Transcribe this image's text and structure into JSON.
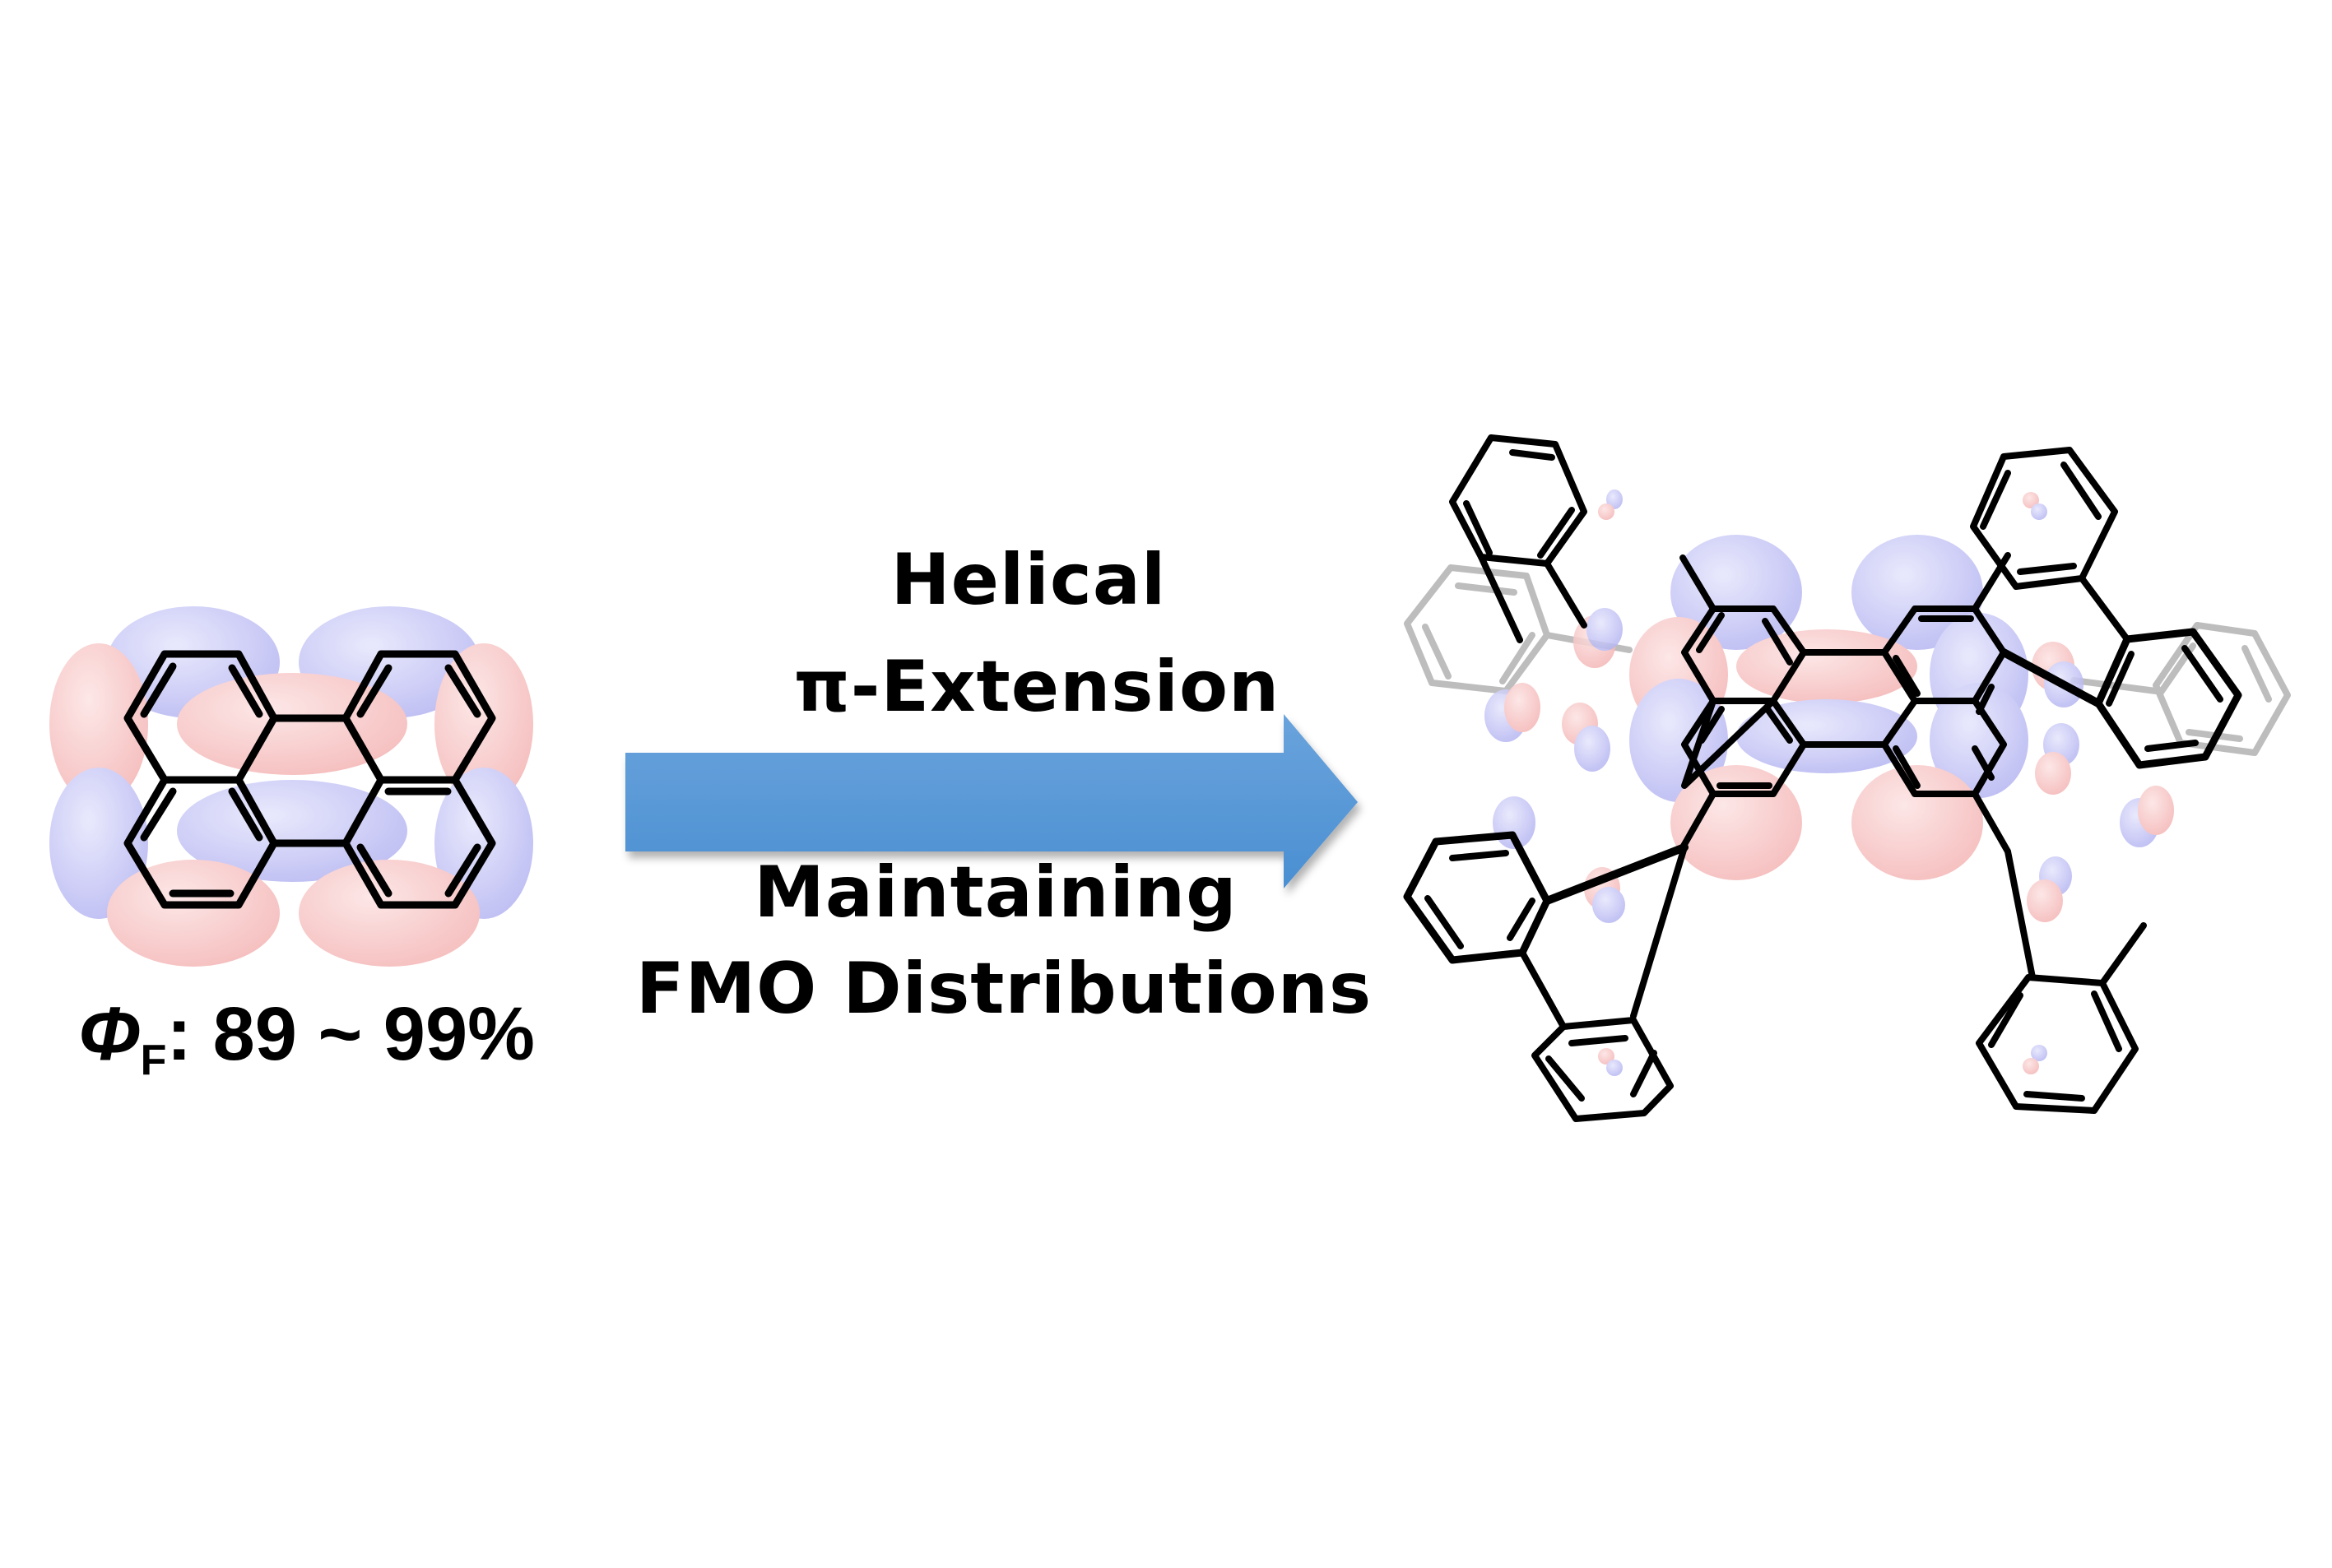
{
  "figure": {
    "type": "graphical-abstract",
    "background": "#ffffff"
  },
  "left_molecule": {
    "name": "perylene",
    "quantum_yield": {
      "symbol": "Φ",
      "subscript": "F",
      "separator": ":",
      "value": "89 ~ 99%"
    }
  },
  "arrow": {
    "direction": "right",
    "color": "#5b9bd5",
    "label_above": [
      "Helical",
      "π-Extension"
    ],
    "label_below": [
      "Maintaining",
      "FMO Distributions"
    ]
  },
  "right_molecule": {
    "name": "helically pi-extended perylene (tetrabenzo-fused)"
  },
  "orbital_colors": {
    "positive_lobe": "#f7b8b8",
    "negative_lobe": "#b8b8f5"
  },
  "bond_color": "#000000",
  "background_bond_color": "#bdbdbd"
}
